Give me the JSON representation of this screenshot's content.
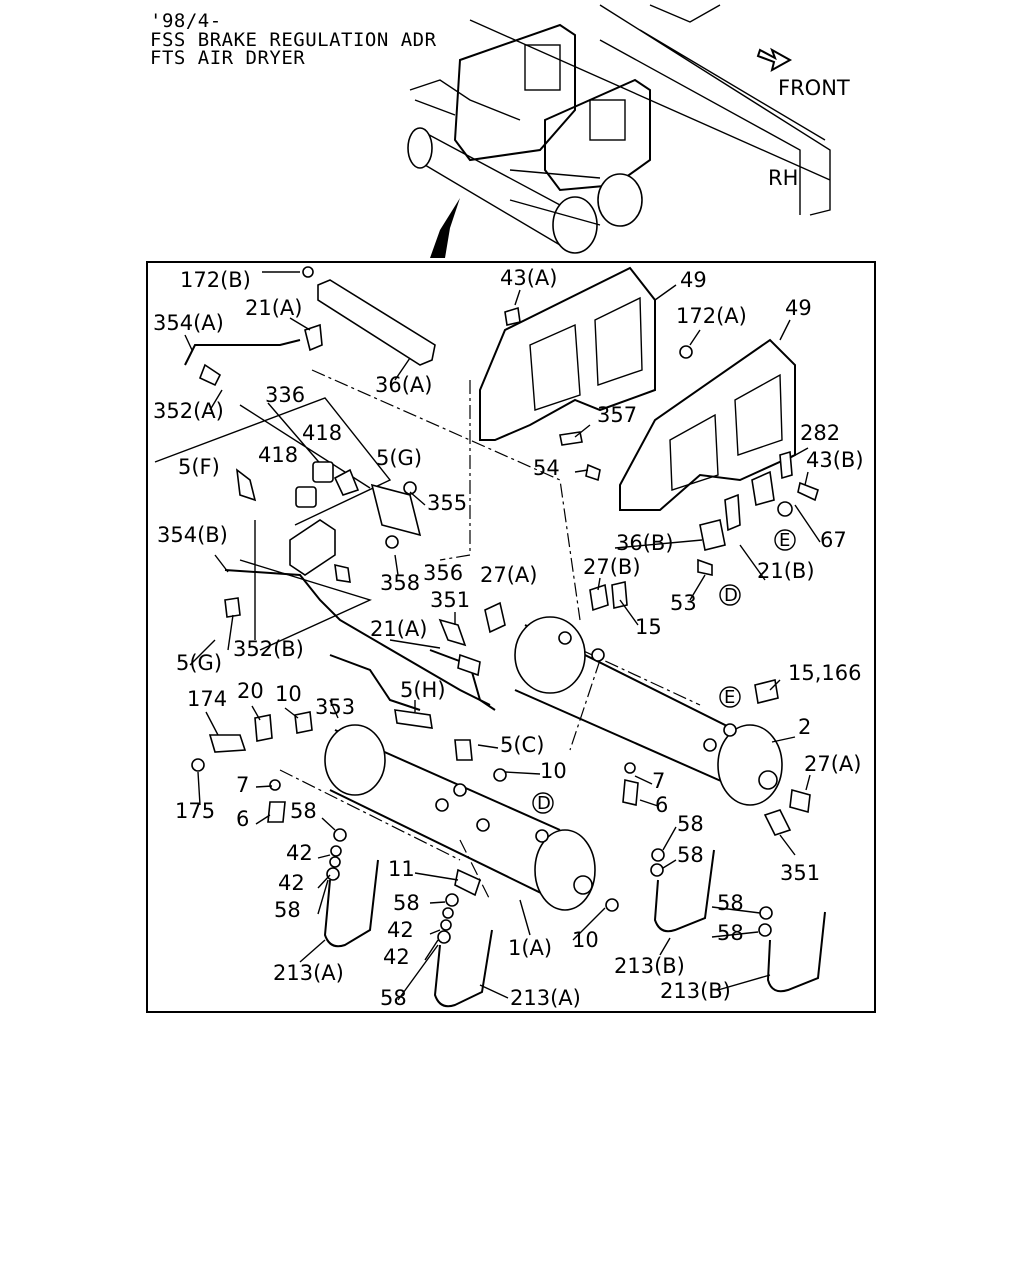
{
  "header": {
    "date": "'98/4-",
    "line1": "FSS BRAKE REGULATION ADR",
    "line2": "FTS AIR DRYER"
  },
  "orientation": {
    "front": "FRONT",
    "side": "RH"
  },
  "callouts": {
    "c172B": "172(B)",
    "c43A": "43(A)",
    "c49a": "49",
    "c49b": "49",
    "c21A_top": "21(A)",
    "c172A": "172(A)",
    "c354A": "354(A)",
    "c36A": "36(A)",
    "c352A": "352(A)",
    "c336": "336",
    "c418a": "418",
    "c418b": "418",
    "c5F": "5(F)",
    "c5G_top": "5(G)",
    "c355": "355",
    "c357": "357",
    "c282": "282",
    "c43B": "43(B)",
    "c54": "54",
    "c354B": "354(B)",
    "c356": "356",
    "c358": "358",
    "c36B": "36(B)",
    "c67": "67",
    "cE_top": "E",
    "c27A_mid": "27(A)",
    "c27B": "27(B)",
    "c21B": "21(B)",
    "c351_mid": "351",
    "c15": "15",
    "c53": "53",
    "cD_top": "D",
    "c5G_bot": "5(G)",
    "c352B": "352(B)",
    "c21A_mid": "21(A)",
    "c15_166": "15,166",
    "c174": "174",
    "c20": "20",
    "c10a": "10",
    "c353": "353",
    "c5H": "5(H)",
    "cE_mid": "E",
    "c2": "2",
    "c5C": "5(C)",
    "c10b": "10",
    "c7a": "7",
    "c7b": "7",
    "c27A_right": "27(A)",
    "c175": "175",
    "c58a": "58",
    "cD_mid": "D",
    "c6a": "6",
    "c6b": "6",
    "c42a": "42",
    "c42b": "42",
    "c58b": "58",
    "c58c": "58",
    "c58d": "58",
    "c351_right": "351",
    "c11": "11",
    "c58e": "58",
    "c58f": "58",
    "c42c": "42",
    "c42d": "42",
    "c1A": "1(A)",
    "c10c": "10",
    "c213A_left": "213(A)",
    "c213B_mid": "213(B)",
    "c58g": "58",
    "c213B_right": "213(B)",
    "c58h": "58",
    "c213A_bot": "213(A)"
  }
}
